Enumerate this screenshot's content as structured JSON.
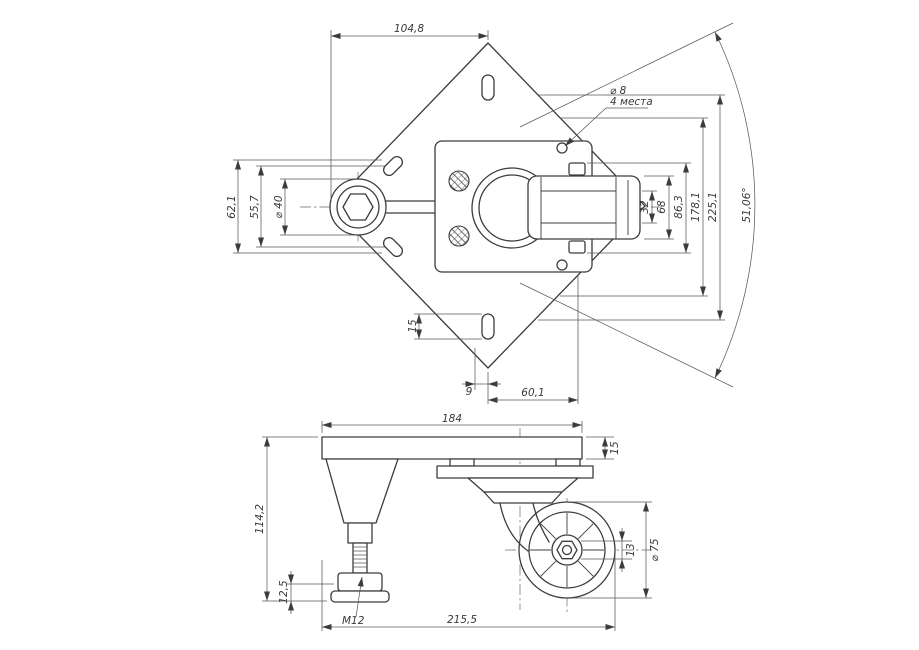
{
  "drawing": {
    "background": "#ffffff",
    "line_color": "#3c3c3c",
    "top_view": {
      "dim_width_top": "104,8",
      "dim_left_outer": "62,1",
      "dim_left_mid": "55,7",
      "dim_hub_dia": "⌀ 40",
      "note_hole_dia": "⌀ 8",
      "note_hole_count": "4 места",
      "dim_right_1": "32",
      "dim_right_2": "68",
      "dim_right_3": "86,3",
      "dim_right_4": "178,1",
      "dim_right_5": "225,1",
      "dim_swivel_angle": "51,06°",
      "dim_slot_offset": "15",
      "dim_offset_9": "9",
      "dim_bottom": "60,1"
    },
    "side_view": {
      "dim_plate_width": "184",
      "dim_plate_thickness": "15",
      "dim_height": "114,2",
      "dim_foot_height": "12,5",
      "thread_label": "M12",
      "dim_total_length": "215,5",
      "dim_hub_width": "13",
      "dim_wheel_dia": "⌀ 75"
    }
  }
}
